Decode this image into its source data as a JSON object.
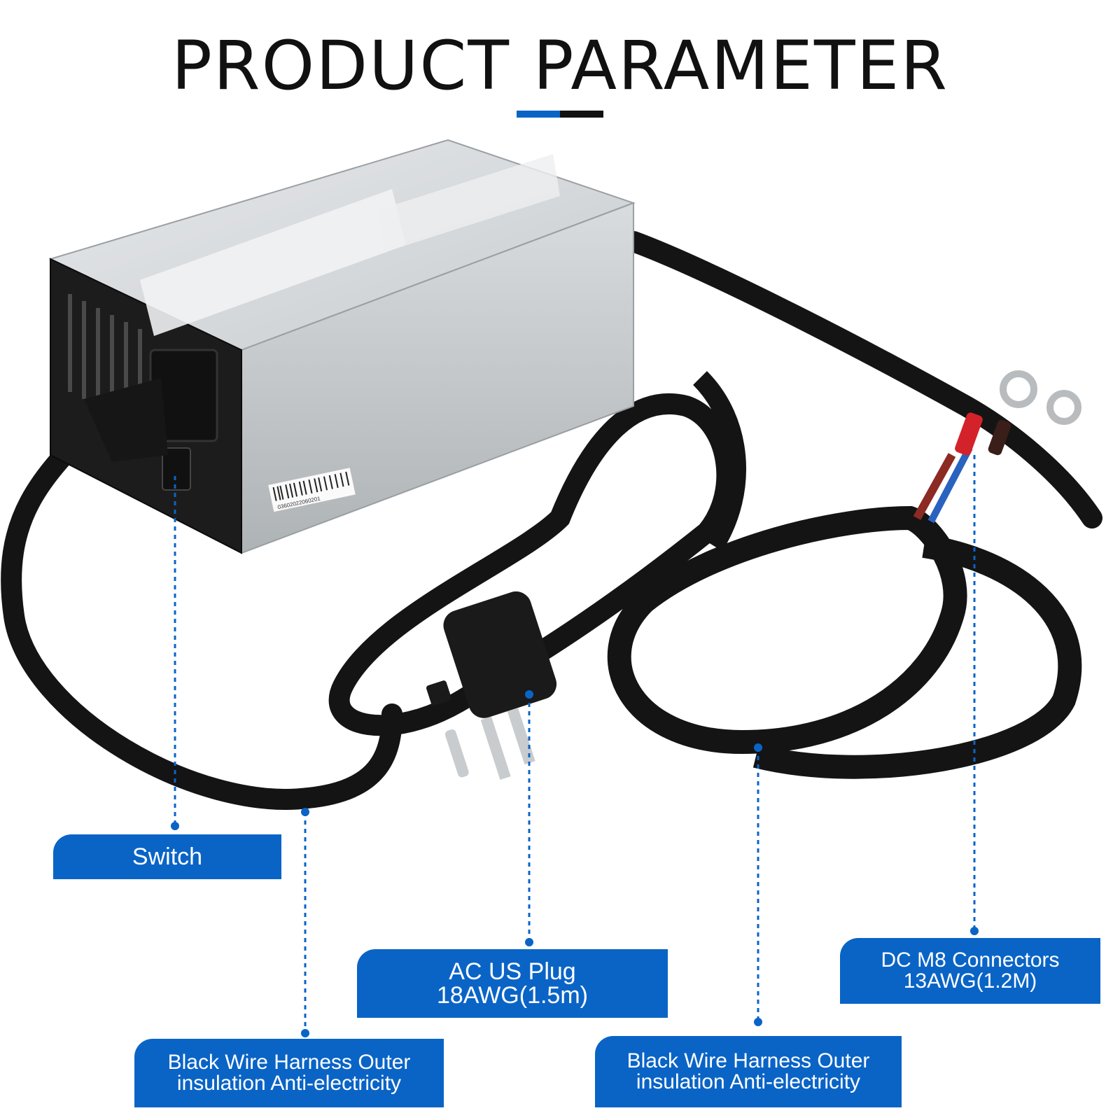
{
  "header": {
    "title": "PRODUCT PARAMETER",
    "accent_colors": [
      "#0a64c6",
      "#111111"
    ]
  },
  "product": {
    "description": "",
    "barcode_number": "03602022060201",
    "colors": {
      "housing": "#cfd3d6",
      "cable": "#141414",
      "red_terminal": "#d4222a"
    }
  },
  "labels": {
    "switch": "Switch",
    "ac_plug": "AC US Plug\n18AWG(1.5m)",
    "dc_connectors": "DC M8 Connectors\n13AWG(1.2M)",
    "wire_left": "Black Wire Harness Outer\ninsulation Anti-electricity",
    "wire_right": "Black Wire Harness Outer\ninsulation Anti-electricity"
  },
  "style": {
    "label_color": "#0a64c6",
    "leader_color": "#0a64c6"
  }
}
